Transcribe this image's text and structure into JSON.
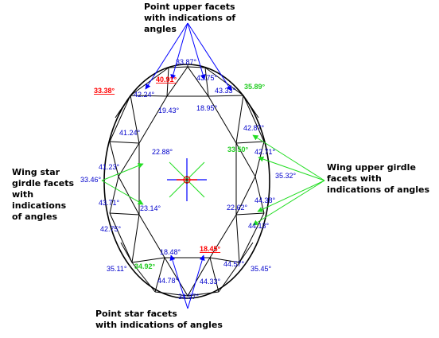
{
  "annotations": {
    "top": "Point upper facets\nwith indications of angles",
    "left": "Wing star\ngirdle facets\nwith\nindications\nof angles",
    "right": "Wing upper girdle\nfacets with\nindications of angles",
    "bottom": "Point star facets\nwith indications of angles"
  },
  "colors": {
    "normal": "#0000cc",
    "highlight_red": "#ff0000",
    "highlight_green": "#22cc22",
    "outline": "#000000",
    "arrow_blue": "#0000ff",
    "arrow_green": "#22dd22"
  },
  "angles": [
    {
      "text": "33.87°",
      "style": "normal"
    },
    {
      "text": "40.91°",
      "style": "red"
    },
    {
      "text": "43.75°",
      "style": "normal"
    },
    {
      "text": "33.38°",
      "style": "red"
    },
    {
      "text": "42.24°",
      "style": "normal"
    },
    {
      "text": "43.33°",
      "style": "normal"
    },
    {
      "text": "35.89°",
      "style": "green"
    },
    {
      "text": "19.43°",
      "style": "normal"
    },
    {
      "text": "18.95°",
      "style": "normal"
    },
    {
      "text": "41.24°",
      "style": "normal"
    },
    {
      "text": "42.87°",
      "style": "normal"
    },
    {
      "text": "22.88°",
      "style": "normal"
    },
    {
      "text": "33.50°",
      "style": "green"
    },
    {
      "text": "42.71°",
      "style": "normal"
    },
    {
      "text": "41.23°",
      "style": "normal"
    },
    {
      "text": "33.46°",
      "style": "normal"
    },
    {
      "text": "35.32°",
      "style": "normal"
    },
    {
      "text": "43.71°",
      "style": "normal"
    },
    {
      "text": "23.14°",
      "style": "normal"
    },
    {
      "text": "22.62°",
      "style": "normal"
    },
    {
      "text": "44.38°",
      "style": "normal"
    },
    {
      "text": "44.13°",
      "style": "normal"
    },
    {
      "text": "42.75°",
      "style": "normal"
    },
    {
      "text": "18.48°",
      "style": "normal"
    },
    {
      "text": "18.45°",
      "style": "red"
    },
    {
      "text": "35.11°",
      "style": "normal"
    },
    {
      "text": "34.92°",
      "style": "green"
    },
    {
      "text": "44.57°",
      "style": "normal"
    },
    {
      "text": "35.45°",
      "style": "normal"
    },
    {
      "text": "44.78°",
      "style": "normal"
    },
    {
      "text": "44.33°",
      "style": "normal"
    },
    {
      "text": "34.97°",
      "style": "normal"
    }
  ]
}
